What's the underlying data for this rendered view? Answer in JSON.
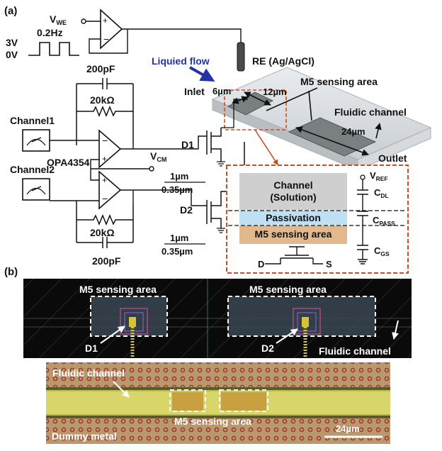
{
  "panel_a": {
    "tag": "(a)",
    "vwe": {
      "main": "V",
      "sub": "WE"
    },
    "signal_high": "3V",
    "signal_low": "0V",
    "frequency": "0.2Hz",
    "re_label": "RE (Ag/AgCl)",
    "flow_label": "Liquied flow",
    "inlet": "Inlet",
    "outlet": "Outlet",
    "dim_6um": "6µm",
    "dim_12um": "12µm",
    "dim_24um": "24µm",
    "m5_sensing_label": "M5 sensing area",
    "fluidic_channel": "Fluidic channel",
    "cap_top": "200pF",
    "res_top": "20kΩ",
    "res_bottom": "20kΩ",
    "cap_bottom": "200pF",
    "channel1": "Channel1",
    "channel2": "Channel2",
    "opamp": "OPA4354",
    "vcm": {
      "main": "V",
      "sub": "CM"
    },
    "d1": "D1",
    "d2": "D2",
    "w1": "1µm",
    "l1": "0.35µm",
    "w2": "1µm",
    "l2": "0.35µm",
    "inset": {
      "channel_line1": "Channel",
      "channel_line2": "(Solution)",
      "passivation": "Passivation",
      "m5_area": "M5 sensing area",
      "vref": {
        "main": "V",
        "sub": "REF"
      },
      "cdl": {
        "main": "C",
        "sub": "DL"
      },
      "cpass": {
        "main": "C",
        "sub": "PASS"
      },
      "cgs": {
        "main": "C",
        "sub": "GS"
      },
      "d": "D",
      "s": "S"
    }
  },
  "panel_b": {
    "tag": "(b)",
    "layout": {
      "m5_left": "M5 sensing area",
      "m5_right": "M5 sensing area",
      "d1": "D1",
      "d2": "D2",
      "fluidic_channel": "Fluidic channel"
    },
    "micro": {
      "fluidic_channel": "Fluidic channel",
      "m5_area": "M5 sensing area",
      "dummy_metal": "Dummy metal",
      "scale": "24µm"
    }
  },
  "colors": {
    "flow_arrow": "#2233aa",
    "orange_dash": "#c0502a",
    "channel_fill": "#cfcfcf",
    "passivation_fill": "#bfe0f2",
    "m5_fill": "#e2b98f"
  }
}
